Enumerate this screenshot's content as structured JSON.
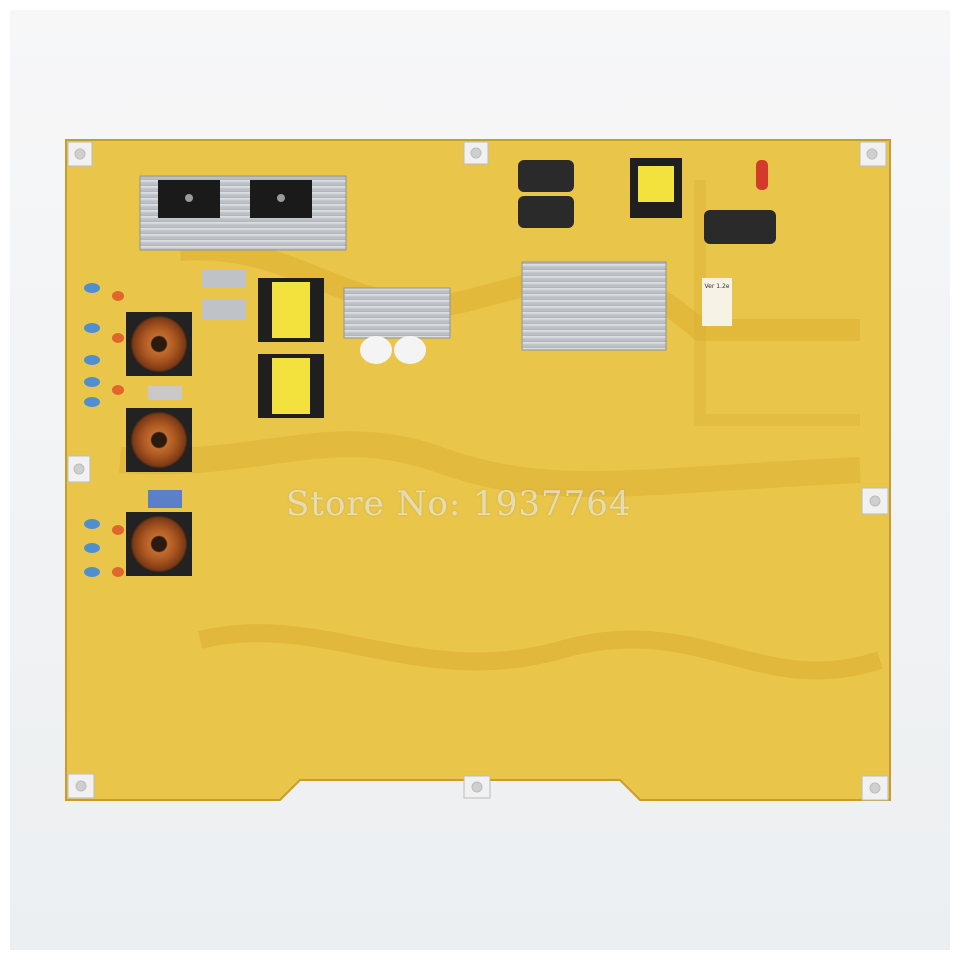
{
  "photo": {
    "subject": "power supply circuit board",
    "watermark": "Store No: 1937764",
    "label_version": "Ver 1.2e",
    "board_color": "#e9c64a",
    "heatsink_color": "#c9cdd1",
    "background_color": "#eef0f2"
  }
}
